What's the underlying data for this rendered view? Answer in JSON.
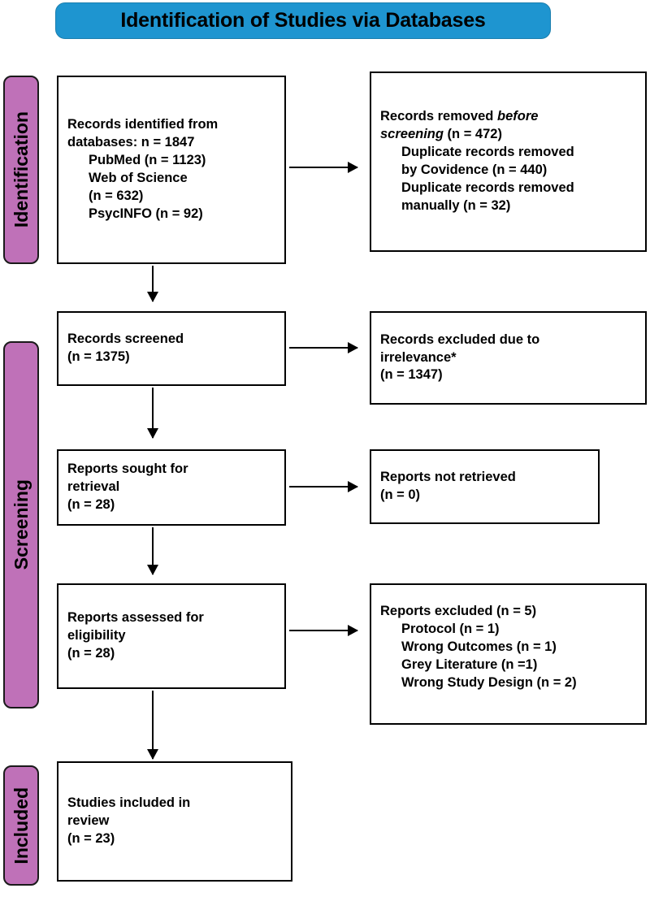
{
  "banner": {
    "title": "Identification of Studies via Databases",
    "bg_color": "#1e95d0"
  },
  "stages": [
    {
      "id": "identification",
      "label": "Identification",
      "color": "#bf71b8"
    },
    {
      "id": "screening",
      "label": "Screening",
      "color": "#bf71b8"
    },
    {
      "id": "included",
      "label": "Included",
      "color": "#bf71b8"
    }
  ],
  "boxes": {
    "identified": {
      "lines": [
        "Records identified from",
        "databases: n = 1847",
        "PubMed (n = 1123)",
        "Web of Science",
        "(n = 632)",
        "PsycINFO (n = 92)"
      ]
    },
    "removed_before_screening": {
      "lines": [
        "Records removed before",
        "screening (n = 472)",
        "Duplicate records removed",
        "by Covidence (n = 440)",
        "Duplicate records removed",
        "manually (n = 32)"
      ],
      "italic_words": [
        "before",
        "screening"
      ]
    },
    "records_screened": {
      "lines": [
        "Records screened",
        "(n = 1375)"
      ]
    },
    "records_excluded": {
      "lines": [
        "Records excluded due to",
        "irrelevance*",
        "(n = 1347)"
      ]
    },
    "reports_sought": {
      "lines": [
        "Reports sought for",
        "retrieval",
        "(n = 28)"
      ]
    },
    "reports_not_retrieved": {
      "lines": [
        "Reports not retrieved",
        "(n = 0)"
      ]
    },
    "reports_assessed": {
      "lines": [
        "Reports assessed for",
        "eligibility",
        "(n = 28)"
      ]
    },
    "reports_excluded": {
      "lines": [
        "Reports excluded (n = 5)",
        "Protocol (n = 1)",
        "Wrong Outcomes (n = 1)",
        "Grey Literature (n =1)",
        "Wrong Study Design (n = 2)"
      ]
    },
    "studies_included": {
      "lines": [
        "Studies included in",
        "review",
        "(n = 23)"
      ]
    }
  },
  "chart_data": {
    "type": "diagram",
    "title": "Identification of Studies via Databases",
    "flow": "PRISMA 2020 flow diagram",
    "stages": [
      "Identification",
      "Screening",
      "Included"
    ],
    "nodes": [
      {
        "id": "identified",
        "stage": "Identification",
        "n": 1847,
        "sources": [
          {
            "name": "PubMed",
            "n": 1123
          },
          {
            "name": "Web of Science",
            "n": 632
          },
          {
            "name": "PsycINFO",
            "n": 92
          }
        ]
      },
      {
        "id": "removed_before_screening",
        "stage": "Identification",
        "n": 472,
        "reasons": [
          {
            "name": "Duplicate records removed by Covidence",
            "n": 440
          },
          {
            "name": "Duplicate records removed manually",
            "n": 32
          }
        ]
      },
      {
        "id": "records_screened",
        "stage": "Screening",
        "n": 1375
      },
      {
        "id": "records_excluded",
        "stage": "Screening",
        "n": 1347,
        "reasons": [
          {
            "name": "irrelevance*",
            "n": 1347
          }
        ]
      },
      {
        "id": "reports_sought",
        "stage": "Screening",
        "n": 28
      },
      {
        "id": "reports_not_retrieved",
        "stage": "Screening",
        "n": 0
      },
      {
        "id": "reports_assessed",
        "stage": "Screening",
        "n": 28
      },
      {
        "id": "reports_excluded",
        "stage": "Screening",
        "n": 5,
        "reasons": [
          {
            "name": "Protocol",
            "n": 1
          },
          {
            "name": "Wrong Outcomes",
            "n": 1
          },
          {
            "name": "Grey Literature",
            "n": 1
          },
          {
            "name": "Wrong Study Design",
            "n": 2
          }
        ]
      },
      {
        "id": "studies_included",
        "stage": "Included",
        "n": 23
      }
    ],
    "edges": [
      {
        "from": "identified",
        "to": "removed_before_screening",
        "dir": "right"
      },
      {
        "from": "identified",
        "to": "records_screened",
        "dir": "down"
      },
      {
        "from": "records_screened",
        "to": "records_excluded",
        "dir": "right"
      },
      {
        "from": "records_screened",
        "to": "reports_sought",
        "dir": "down"
      },
      {
        "from": "reports_sought",
        "to": "reports_not_retrieved",
        "dir": "right"
      },
      {
        "from": "reports_sought",
        "to": "reports_assessed",
        "dir": "down"
      },
      {
        "from": "reports_assessed",
        "to": "reports_excluded",
        "dir": "right"
      },
      {
        "from": "reports_assessed",
        "to": "studies_included",
        "dir": "down"
      }
    ]
  }
}
